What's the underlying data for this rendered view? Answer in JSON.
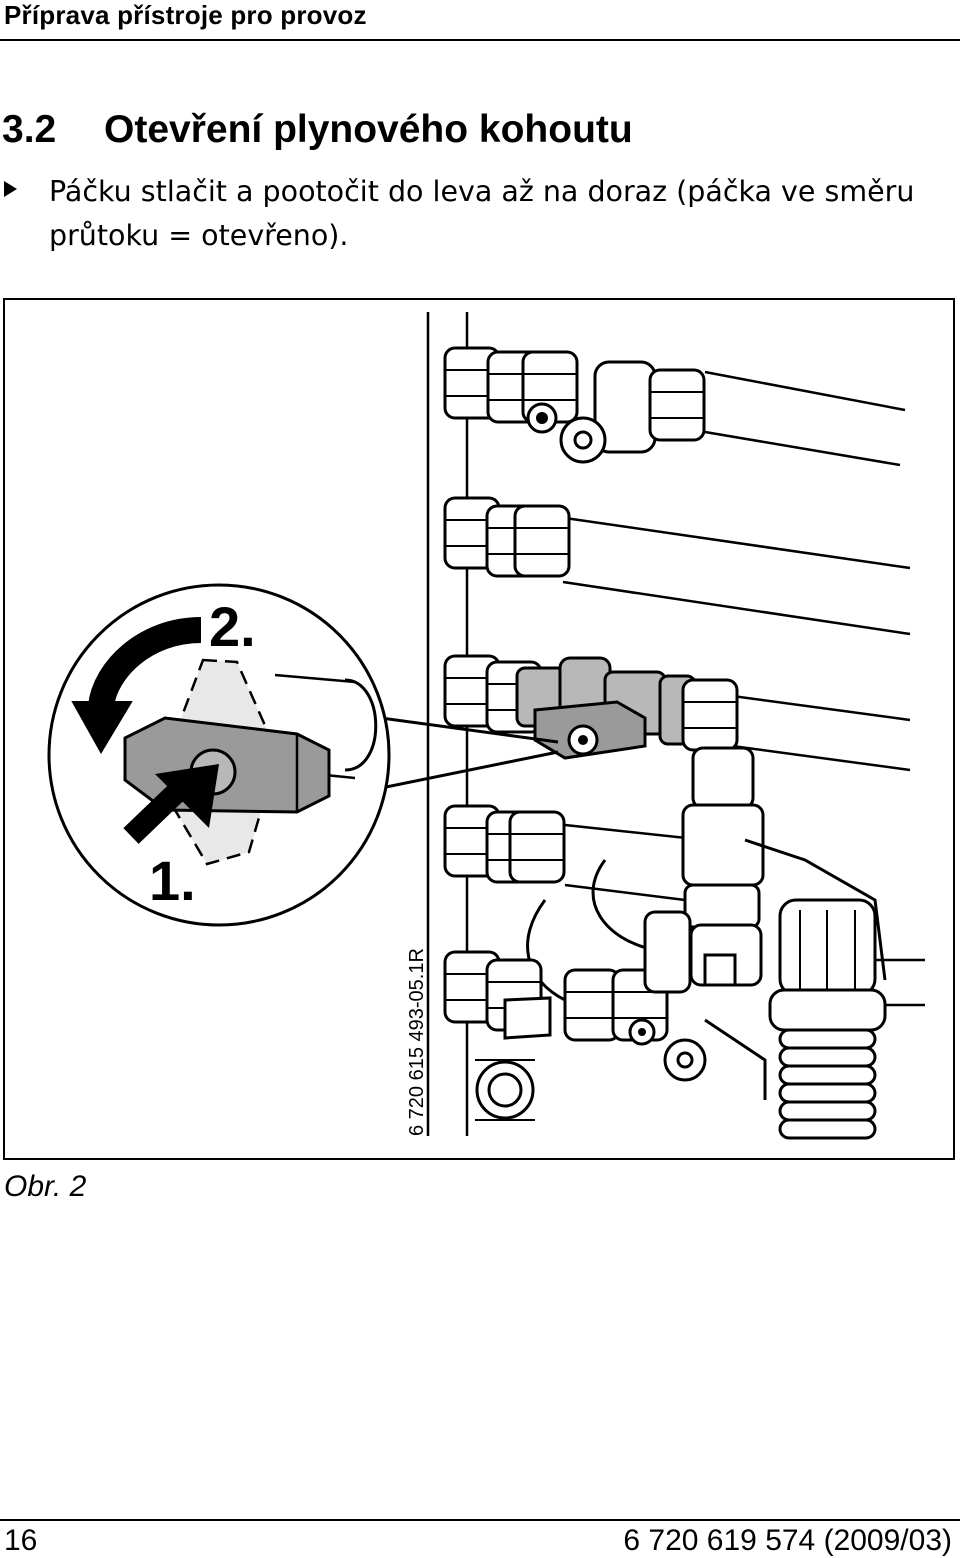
{
  "header": {
    "running_title": "Příprava přístroje pro provoz"
  },
  "section": {
    "number": "3.2",
    "title": "Otevření plynového kohoutu"
  },
  "instruction": {
    "text": "Páčku stlačit a pootočit do leva až na doraz (páčka ve směru průtoku = otevřeno)."
  },
  "figure": {
    "step_1": "1.",
    "step_2": "2.",
    "figure_code": "6 720 615 493-05.1R",
    "caption": "Obr. 2"
  },
  "footer": {
    "page_number": "16",
    "document_id": "6 720 619 574 (2009/03)"
  },
  "colors": {
    "line": "#000000",
    "valve_gray": "#b8b8b8",
    "lever_gray": "#9a9a9a",
    "dashed_hub": "#dedede"
  }
}
